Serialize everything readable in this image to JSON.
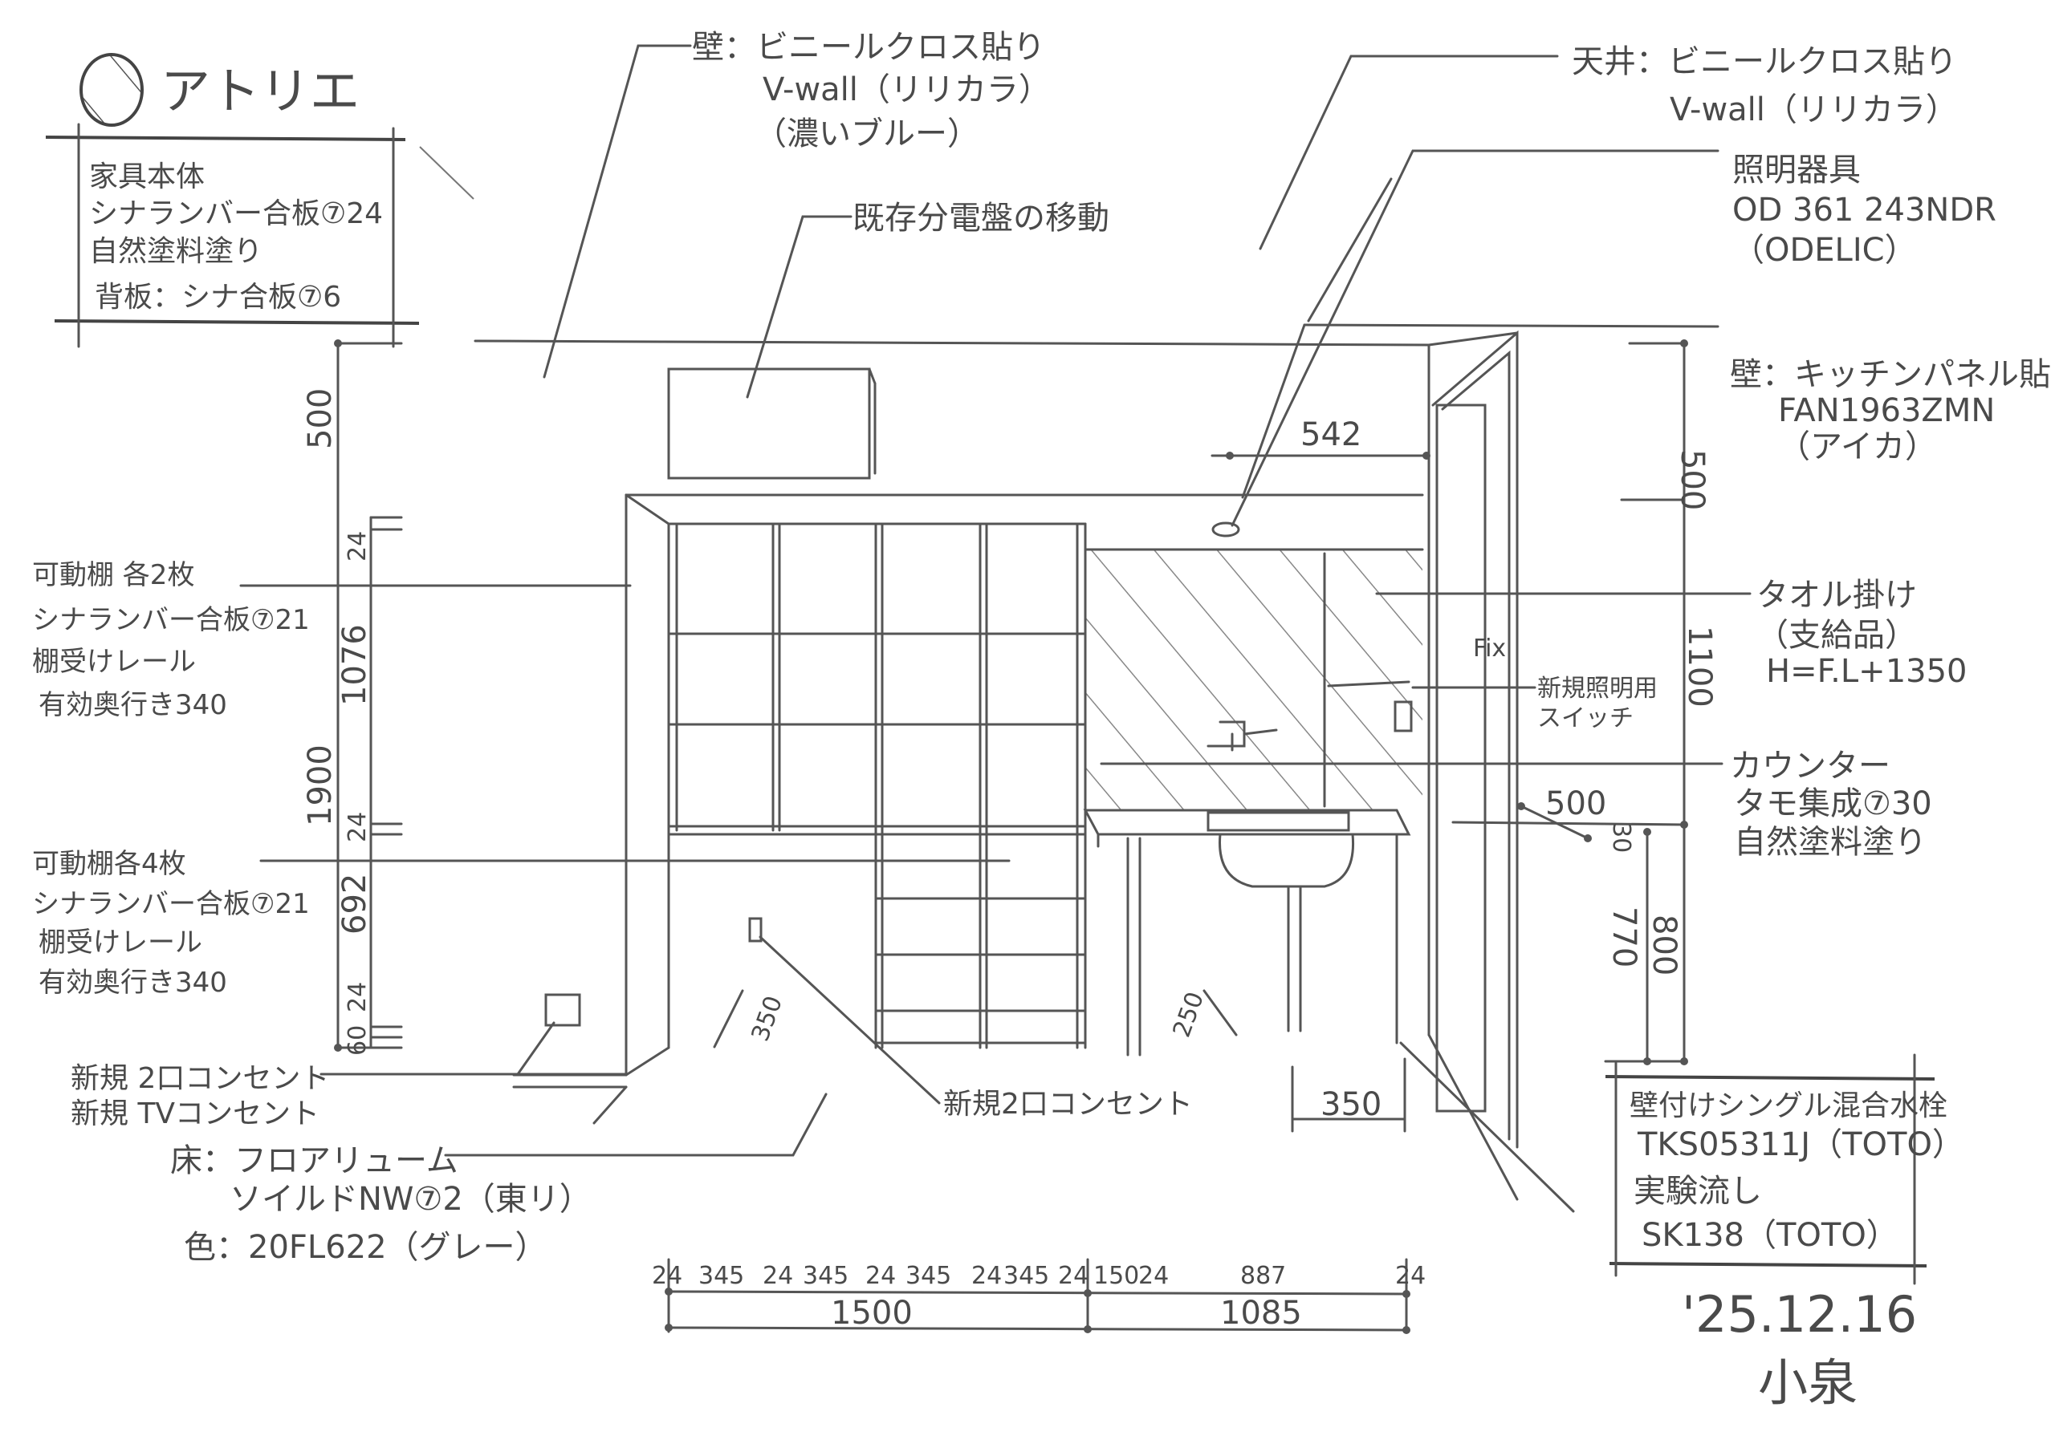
{
  "title": "アトリエ",
  "furniture_note": [
    "家具本体",
    "シナランバー合板⑦24",
    "自然塗料塗り",
    "背板：シナ合板⑦6"
  ],
  "wall_note": [
    "壁：ビニールクロス貼り",
    "V-wall（リリカラ）",
    "（濃いブルー）"
  ],
  "panel_note": "既存分電盤の移動",
  "ceiling_note": [
    "天井：ビニールクロス貼り",
    "V-wall（リリカラ）"
  ],
  "light_note": [
    "照明器具",
    "OD 361 243NDR",
    "（ODELIC）"
  ],
  "kitchen_wall_note": [
    "壁：キッチンパネル貼り",
    "FAN1963ZMN",
    "（アイカ）"
  ],
  "towel_note": [
    "タオル掛け",
    "（支給品）",
    "H=F.L+1350"
  ],
  "switch_note": [
    "新規照明用",
    "スイッチ"
  ],
  "fix_label": "Fix",
  "counter_note": [
    "カウンター",
    "タモ集成⑦30",
    "自然塗料塗り"
  ],
  "shelf_upper_note": [
    "可動棚 各2枚",
    "シナランバー合板⑦21",
    "棚受けレール",
    "有効奥行き340"
  ],
  "shelf_lower_note": [
    "可動棚各4枚",
    "シナランバー合板⑦21",
    "棚受けレール",
    "有効奥行き340"
  ],
  "outlet_note": [
    "新規 2口コンセント",
    "新規 TVコンセント"
  ],
  "outlet_note_2": "新規2口コンセント",
  "floor_note": [
    "床：フロアリューム",
    "ソイルドNW⑦2（東リ）",
    "色：20FL622（グレー）"
  ],
  "faucet_note": [
    "壁付けシングル混合水栓",
    "TKS05311J（TOTO）",
    "実験流し",
    "SK138（TOTO）"
  ],
  "date": "'25.12.16",
  "author": "小泉",
  "dims": {
    "left_vertical": [
      "500",
      "1900",
      "24",
      "1076",
      "24",
      "692",
      "24",
      "60"
    ],
    "right_vertical": [
      "500",
      "1100",
      "30",
      "770",
      "800"
    ],
    "top_width": "542",
    "counter_depth": "500",
    "shelf_depth": "350",
    "sink_depth": "250",
    "sink_offset": "350",
    "bottom_row": [
      "24",
      "345",
      "24",
      "345",
      "24",
      "345",
      "24",
      "345",
      "24",
      "150",
      "24",
      "887",
      "24"
    ],
    "bottom_totals": [
      "1500",
      "1085"
    ]
  }
}
